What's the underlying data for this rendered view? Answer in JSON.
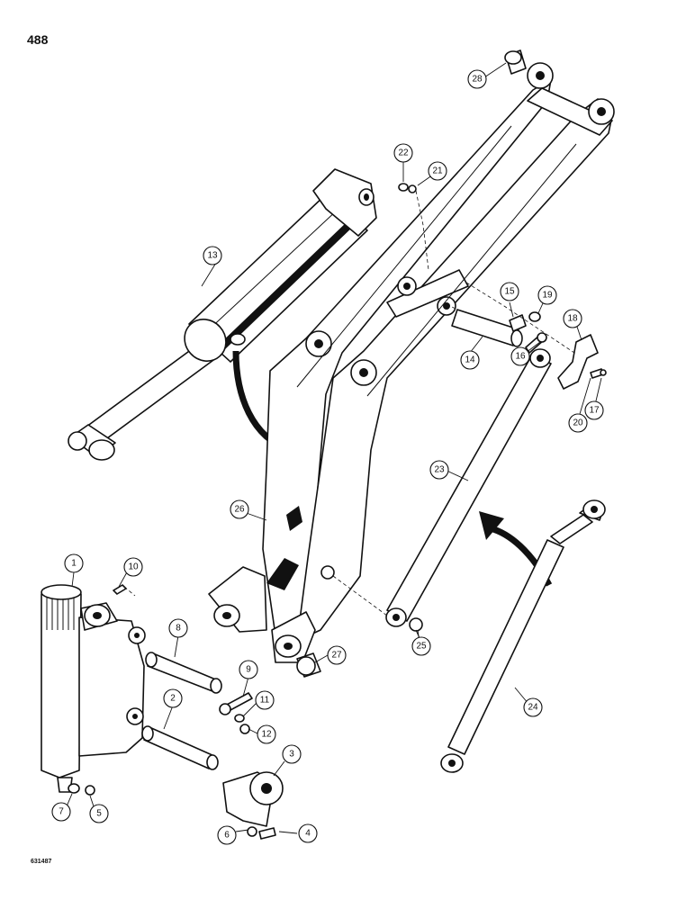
{
  "page": {
    "number": "488",
    "figure_id": "631487"
  },
  "callouts": [
    {
      "id": "1",
      "label": "1"
    },
    {
      "id": "2",
      "label": "2"
    },
    {
      "id": "3",
      "label": "3"
    },
    {
      "id": "4",
      "label": "4"
    },
    {
      "id": "5",
      "label": "5"
    },
    {
      "id": "6",
      "label": "6"
    },
    {
      "id": "7",
      "label": "7"
    },
    {
      "id": "8",
      "label": "8"
    },
    {
      "id": "9",
      "label": "9"
    },
    {
      "id": "10",
      "label": "10"
    },
    {
      "id": "11",
      "label": "11"
    },
    {
      "id": "12",
      "label": "12"
    },
    {
      "id": "13",
      "label": "13"
    },
    {
      "id": "14",
      "label": "14"
    },
    {
      "id": "15",
      "label": "15"
    },
    {
      "id": "16",
      "label": "16"
    },
    {
      "id": "17",
      "label": "17"
    },
    {
      "id": "18",
      "label": "18"
    },
    {
      "id": "19",
      "label": "19"
    },
    {
      "id": "20",
      "label": "20"
    },
    {
      "id": "21",
      "label": "21"
    },
    {
      "id": "22",
      "label": "22"
    },
    {
      "id": "23",
      "label": "23"
    },
    {
      "id": "24",
      "label": "24"
    },
    {
      "id": "25",
      "label": "25"
    },
    {
      "id": "26",
      "label": "26"
    },
    {
      "id": "27",
      "label": "27"
    },
    {
      "id": "28",
      "label": "28"
    }
  ]
}
